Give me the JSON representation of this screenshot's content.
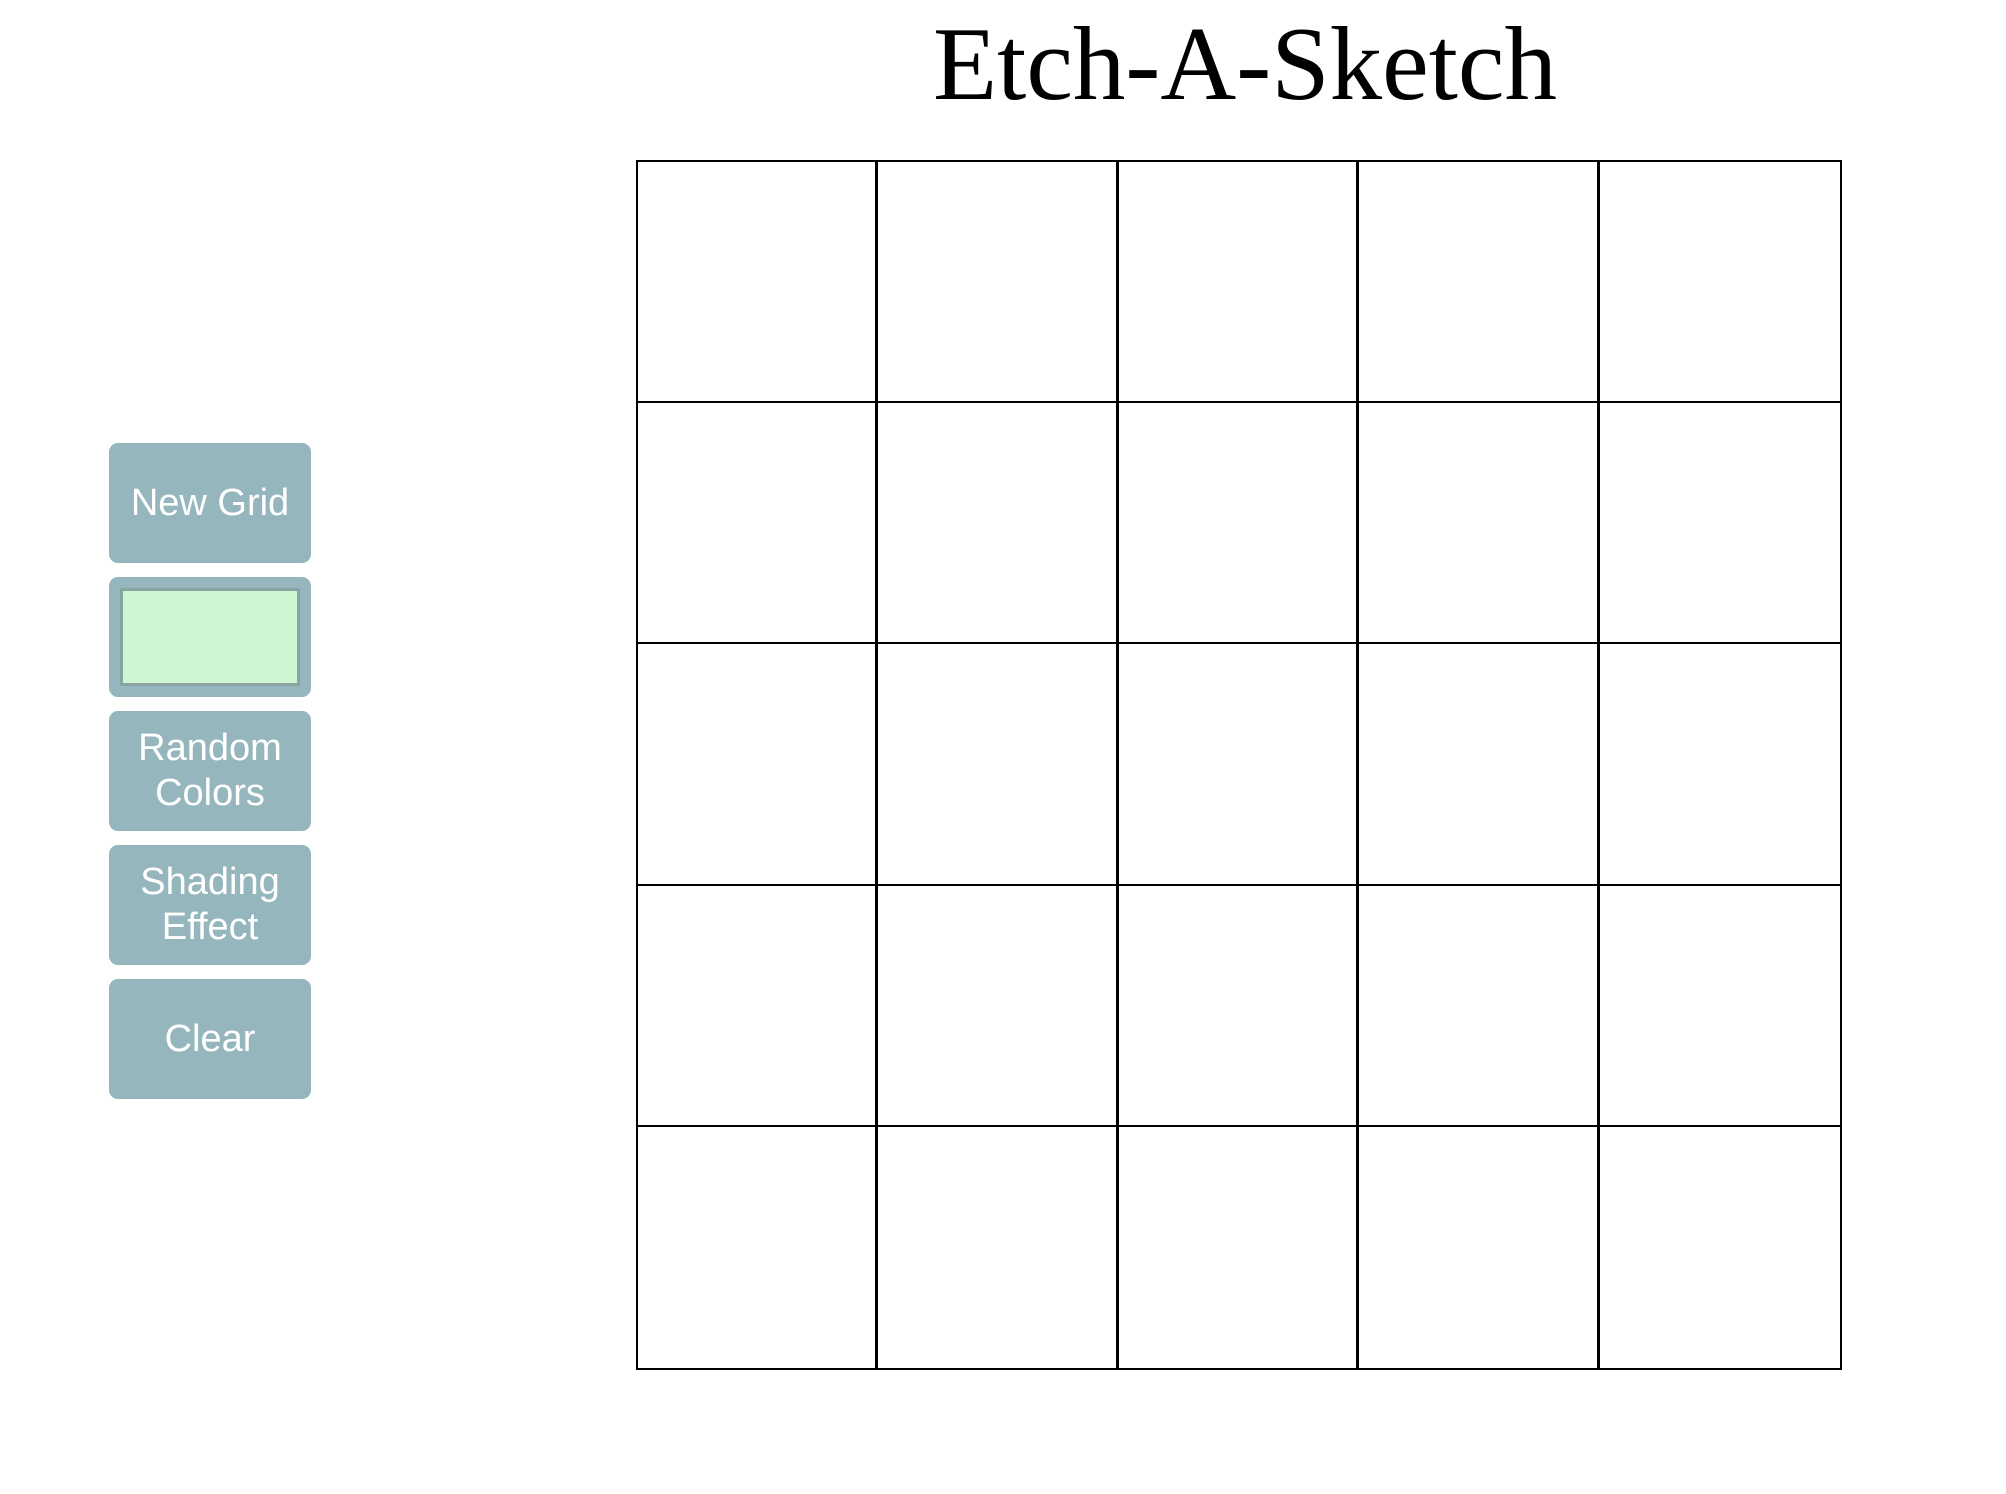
{
  "title": "Etch-A-Sketch",
  "controls": {
    "new_grid_label": "New Grid",
    "color_value": "#cdf6d3",
    "random_colors_label": "Random Colors",
    "shading_effect_label": "Shading Effect",
    "clear_label": "Clear"
  },
  "grid": {
    "rows": 5,
    "columns": 5
  },
  "colors": {
    "button_background": "#96b6bd",
    "button_text": "#ffffff",
    "grid_line": "#000000",
    "selected_color": "#cdf6d3"
  }
}
